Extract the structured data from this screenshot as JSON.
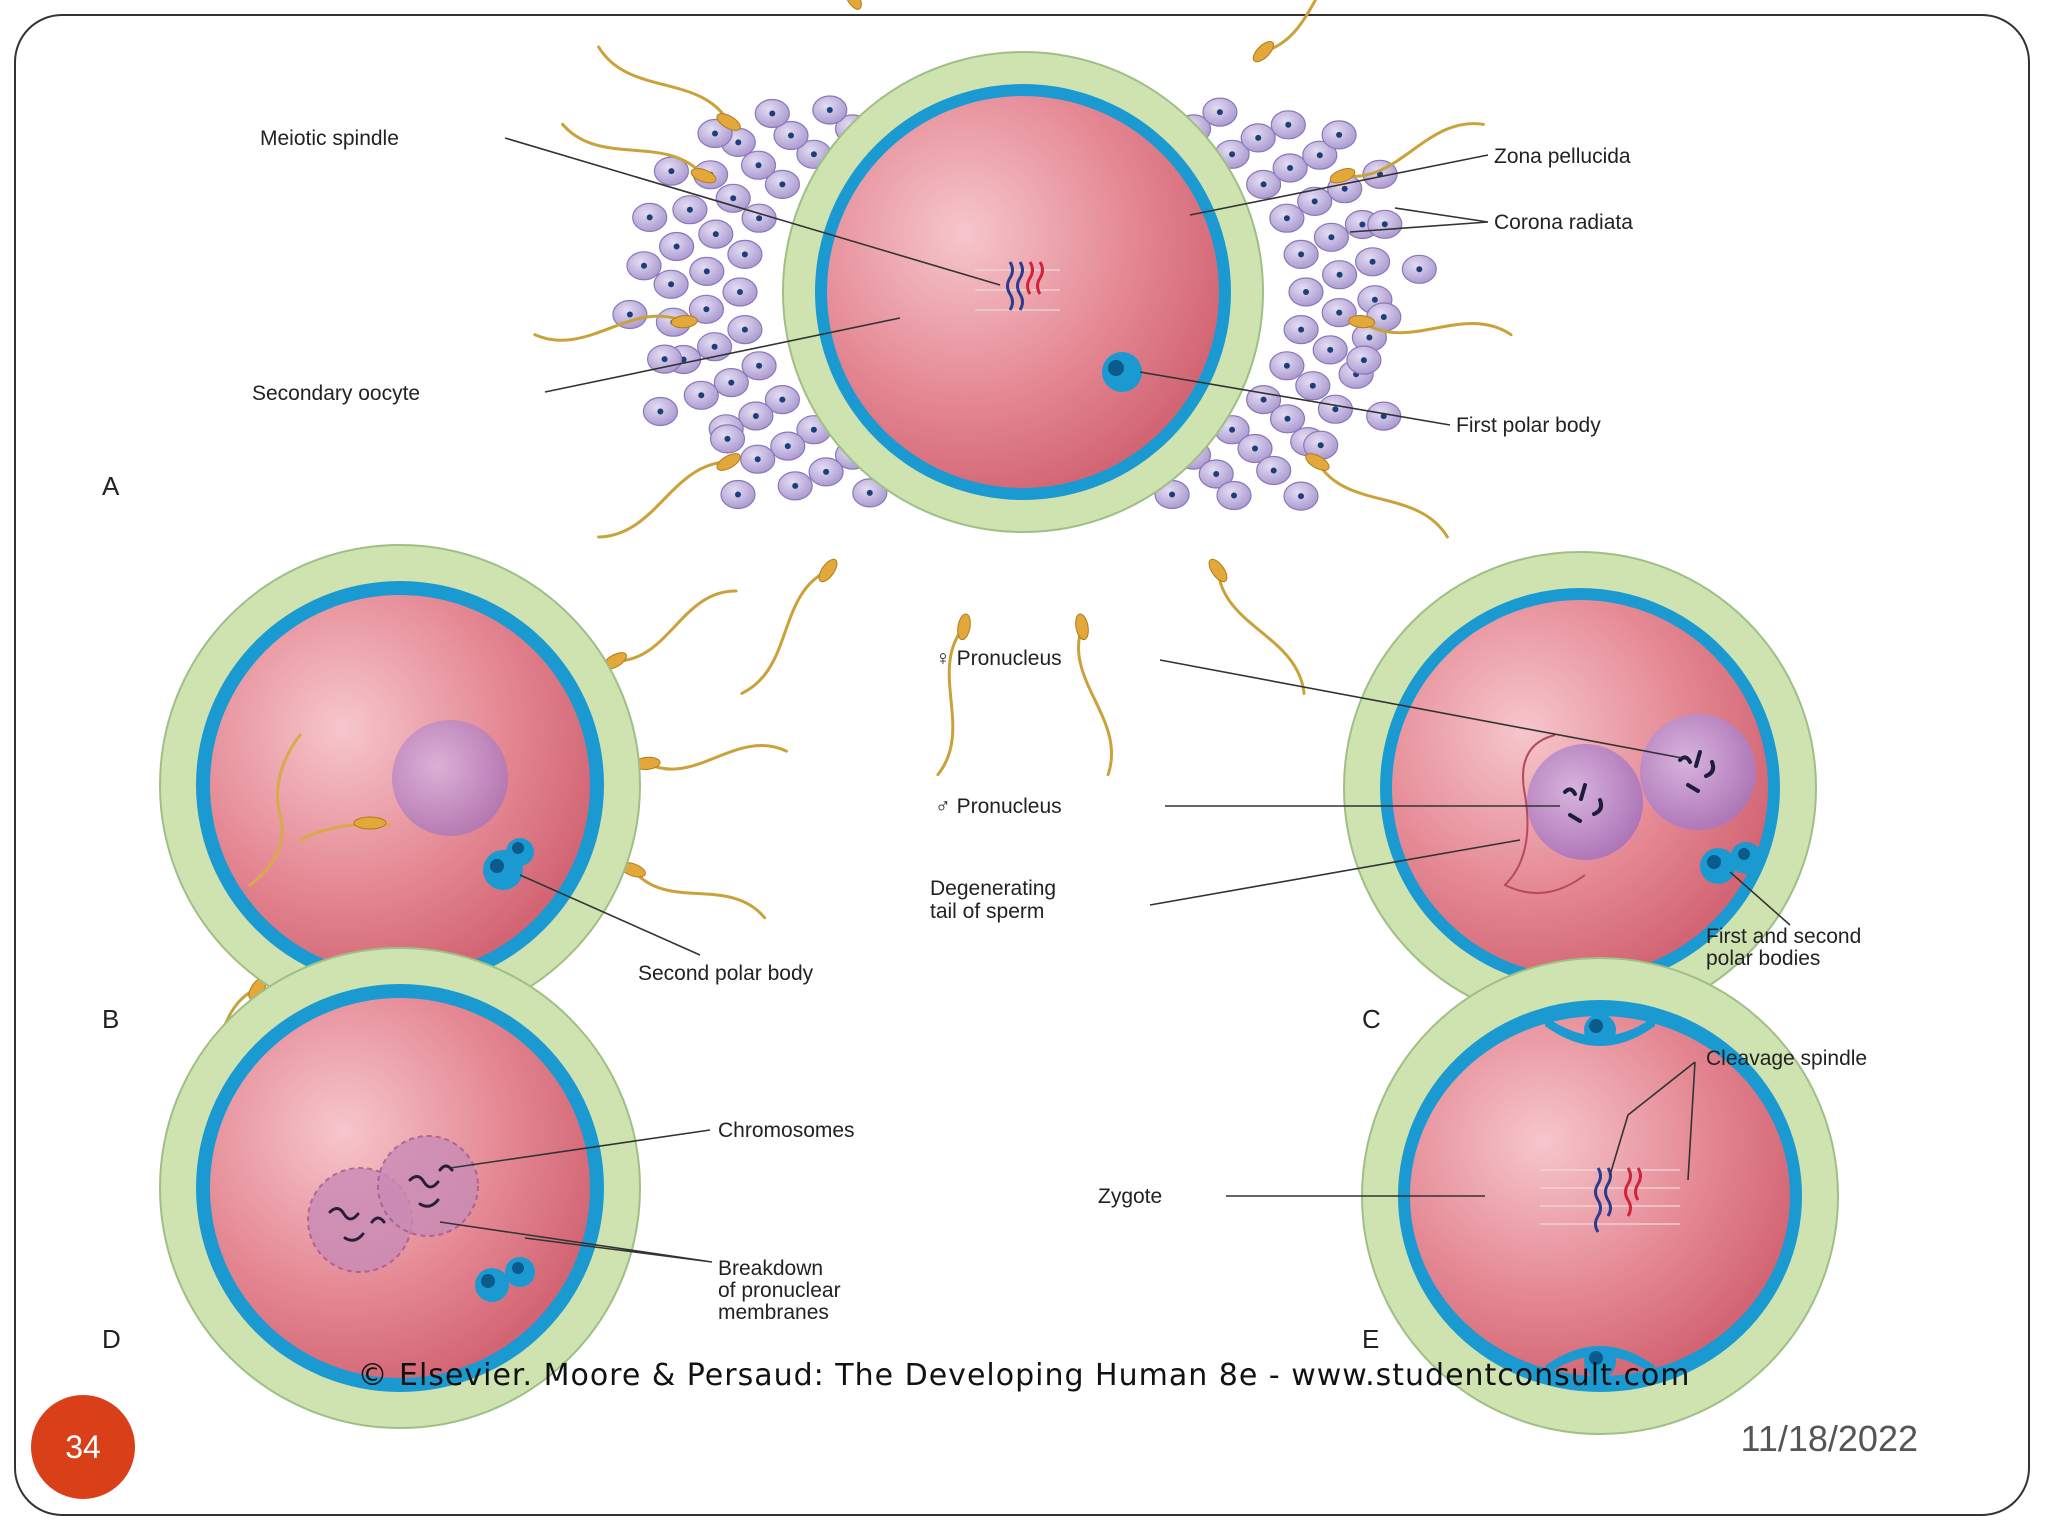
{
  "figure": {
    "panel_a": {
      "letter": "A",
      "labels": {
        "meiotic_spindle": "Meiotic spindle",
        "zona_pellucida": "Zona pellucida",
        "corona_radiata": "Corona radiata",
        "secondary_oocyte": "Secondary oocyte",
        "first_polar_body": "First polar body"
      }
    },
    "panel_b": {
      "letter": "B",
      "labels": {
        "second_polar_body": "Second polar body"
      }
    },
    "panel_c": {
      "letter": "C",
      "labels": {
        "female_pronucleus": "♀ Pronucleus",
        "male_pronucleus": "♂ Pronucleus",
        "degenerating_tail": [
          "Degenerating",
          "tail of sperm"
        ],
        "polar_bodies": [
          "First and second",
          "polar bodies"
        ]
      }
    },
    "panel_d": {
      "letter": "D",
      "labels": {
        "chromosomes": "Chromosomes",
        "breakdown": [
          "Breakdown",
          "of pronuclear",
          "membranes"
        ]
      }
    },
    "panel_e": {
      "letter": "E",
      "labels": {
        "cleavage_spindle": "Cleavage spindle",
        "zygote": "Zygote"
      }
    },
    "copyright": "© Elsevier. Moore & Persaud: The Developing Human 8e - www.studentconsult.com"
  },
  "slide": {
    "number": "34",
    "date": "11/18/2022"
  },
  "colors": {
    "cytoplasm": "#e07a86",
    "zona": "#cfe3b0",
    "membrane": "#1b9ad2",
    "corona_cell": "#b9a6d8",
    "sperm": "#e2a83a",
    "badge": "#d9401a"
  }
}
